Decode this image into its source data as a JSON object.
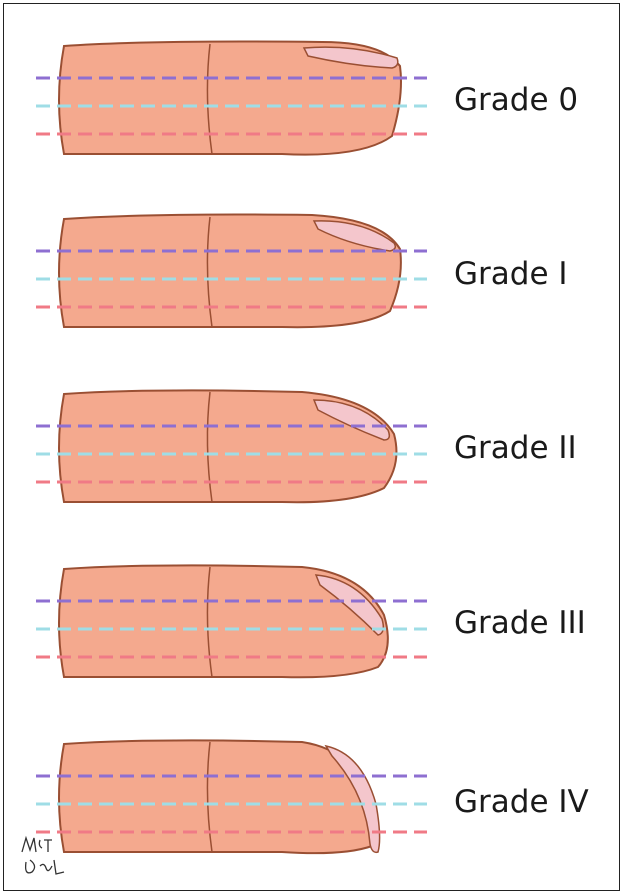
{
  "colors": {
    "skin": "#f4a98e",
    "skin_shadow": "#d9826a",
    "outline": "#9a4f33",
    "nail": "#f4c6cc",
    "line_top": "#8e6fd1",
    "line_middle": "#9fdde6",
    "line_bottom": "#f07a86"
  },
  "guide_lines": [
    "line_top",
    "line_middle",
    "line_bottom"
  ],
  "grades": [
    {
      "label": "Grade 0",
      "tilt": 0
    },
    {
      "label": "Grade I",
      "tilt": 1
    },
    {
      "label": "Grade II",
      "tilt": 2
    },
    {
      "label": "Grade III",
      "tilt": 3
    },
    {
      "label": "Grade IV",
      "tilt": 4
    }
  ],
  "signature_icon": "artist-signature-icon"
}
